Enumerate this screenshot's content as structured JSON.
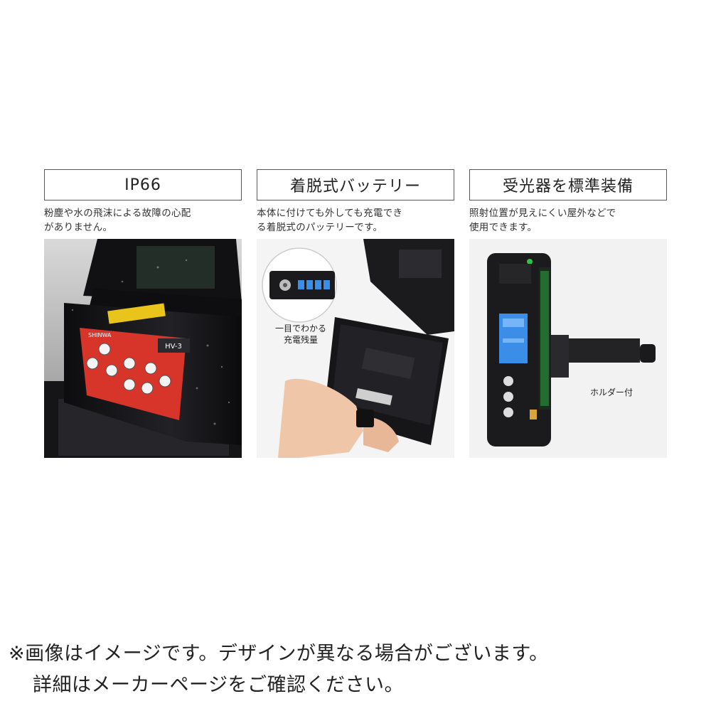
{
  "panels": [
    {
      "title": "IP66",
      "desc_line1": "粉塵や水の飛沫による故障の心配",
      "desc_line2": "がありません。",
      "product_brand": "SHINWA",
      "product_model": "HV-3"
    },
    {
      "title": "着脱式バッテリー",
      "desc_line1": "本体に付けても外しても充電でき",
      "desc_line2": "る着脱式のパッテリーです。",
      "callout_line1": "一目でわかる",
      "callout_line2": "充電残量",
      "battery_levels": 4
    },
    {
      "title": "受光器を標準装備",
      "desc_line1": "照射位置が見えにくい屋外などで",
      "desc_line2": "使用できます。",
      "callout": "ホルダー付"
    }
  ],
  "footnote": {
    "line1": "※画像はイメージです。デザインが異なる場合がございます。",
    "line2": "詳細はメーカーページをご確認ください。"
  },
  "colors": {
    "accent_red": "#d7342a",
    "led_blue": "#3a8ee8",
    "laser_green": "#2fbf4a",
    "body_black": "#1b1b1d"
  }
}
